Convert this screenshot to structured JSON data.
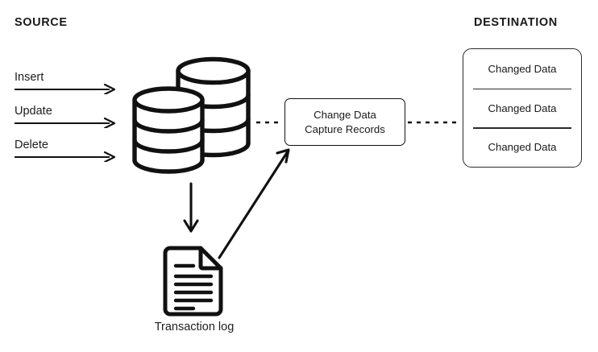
{
  "diagram": {
    "title_source": "SOURCE",
    "title_destination": "DESTINATION",
    "background_color": "#ffffff",
    "stroke_color": "#111111",
    "operations": [
      {
        "label": "Insert"
      },
      {
        "label": "Update"
      },
      {
        "label": "Delete"
      }
    ],
    "source_store": {
      "icon": "database-cylinders-icon",
      "cylinder_count": 2,
      "segments_per_cylinder": 3
    },
    "transaction_log": {
      "icon": "document-icon",
      "label": "Transaction log",
      "line_count": 6
    },
    "cdc": {
      "line1": "Change Data",
      "line2": "Capture Records"
    },
    "destination": {
      "rows": [
        {
          "label": "Changed Data"
        },
        {
          "label": "Changed Data"
        },
        {
          "label": "Changed Data"
        }
      ]
    },
    "connectors": {
      "db_to_log": "solid-down-arrow",
      "log_to_cdc": "solid-diagonal-arrow",
      "db_to_cdc": "dotted-line",
      "cdc_to_destination": "dotted-line"
    }
  }
}
